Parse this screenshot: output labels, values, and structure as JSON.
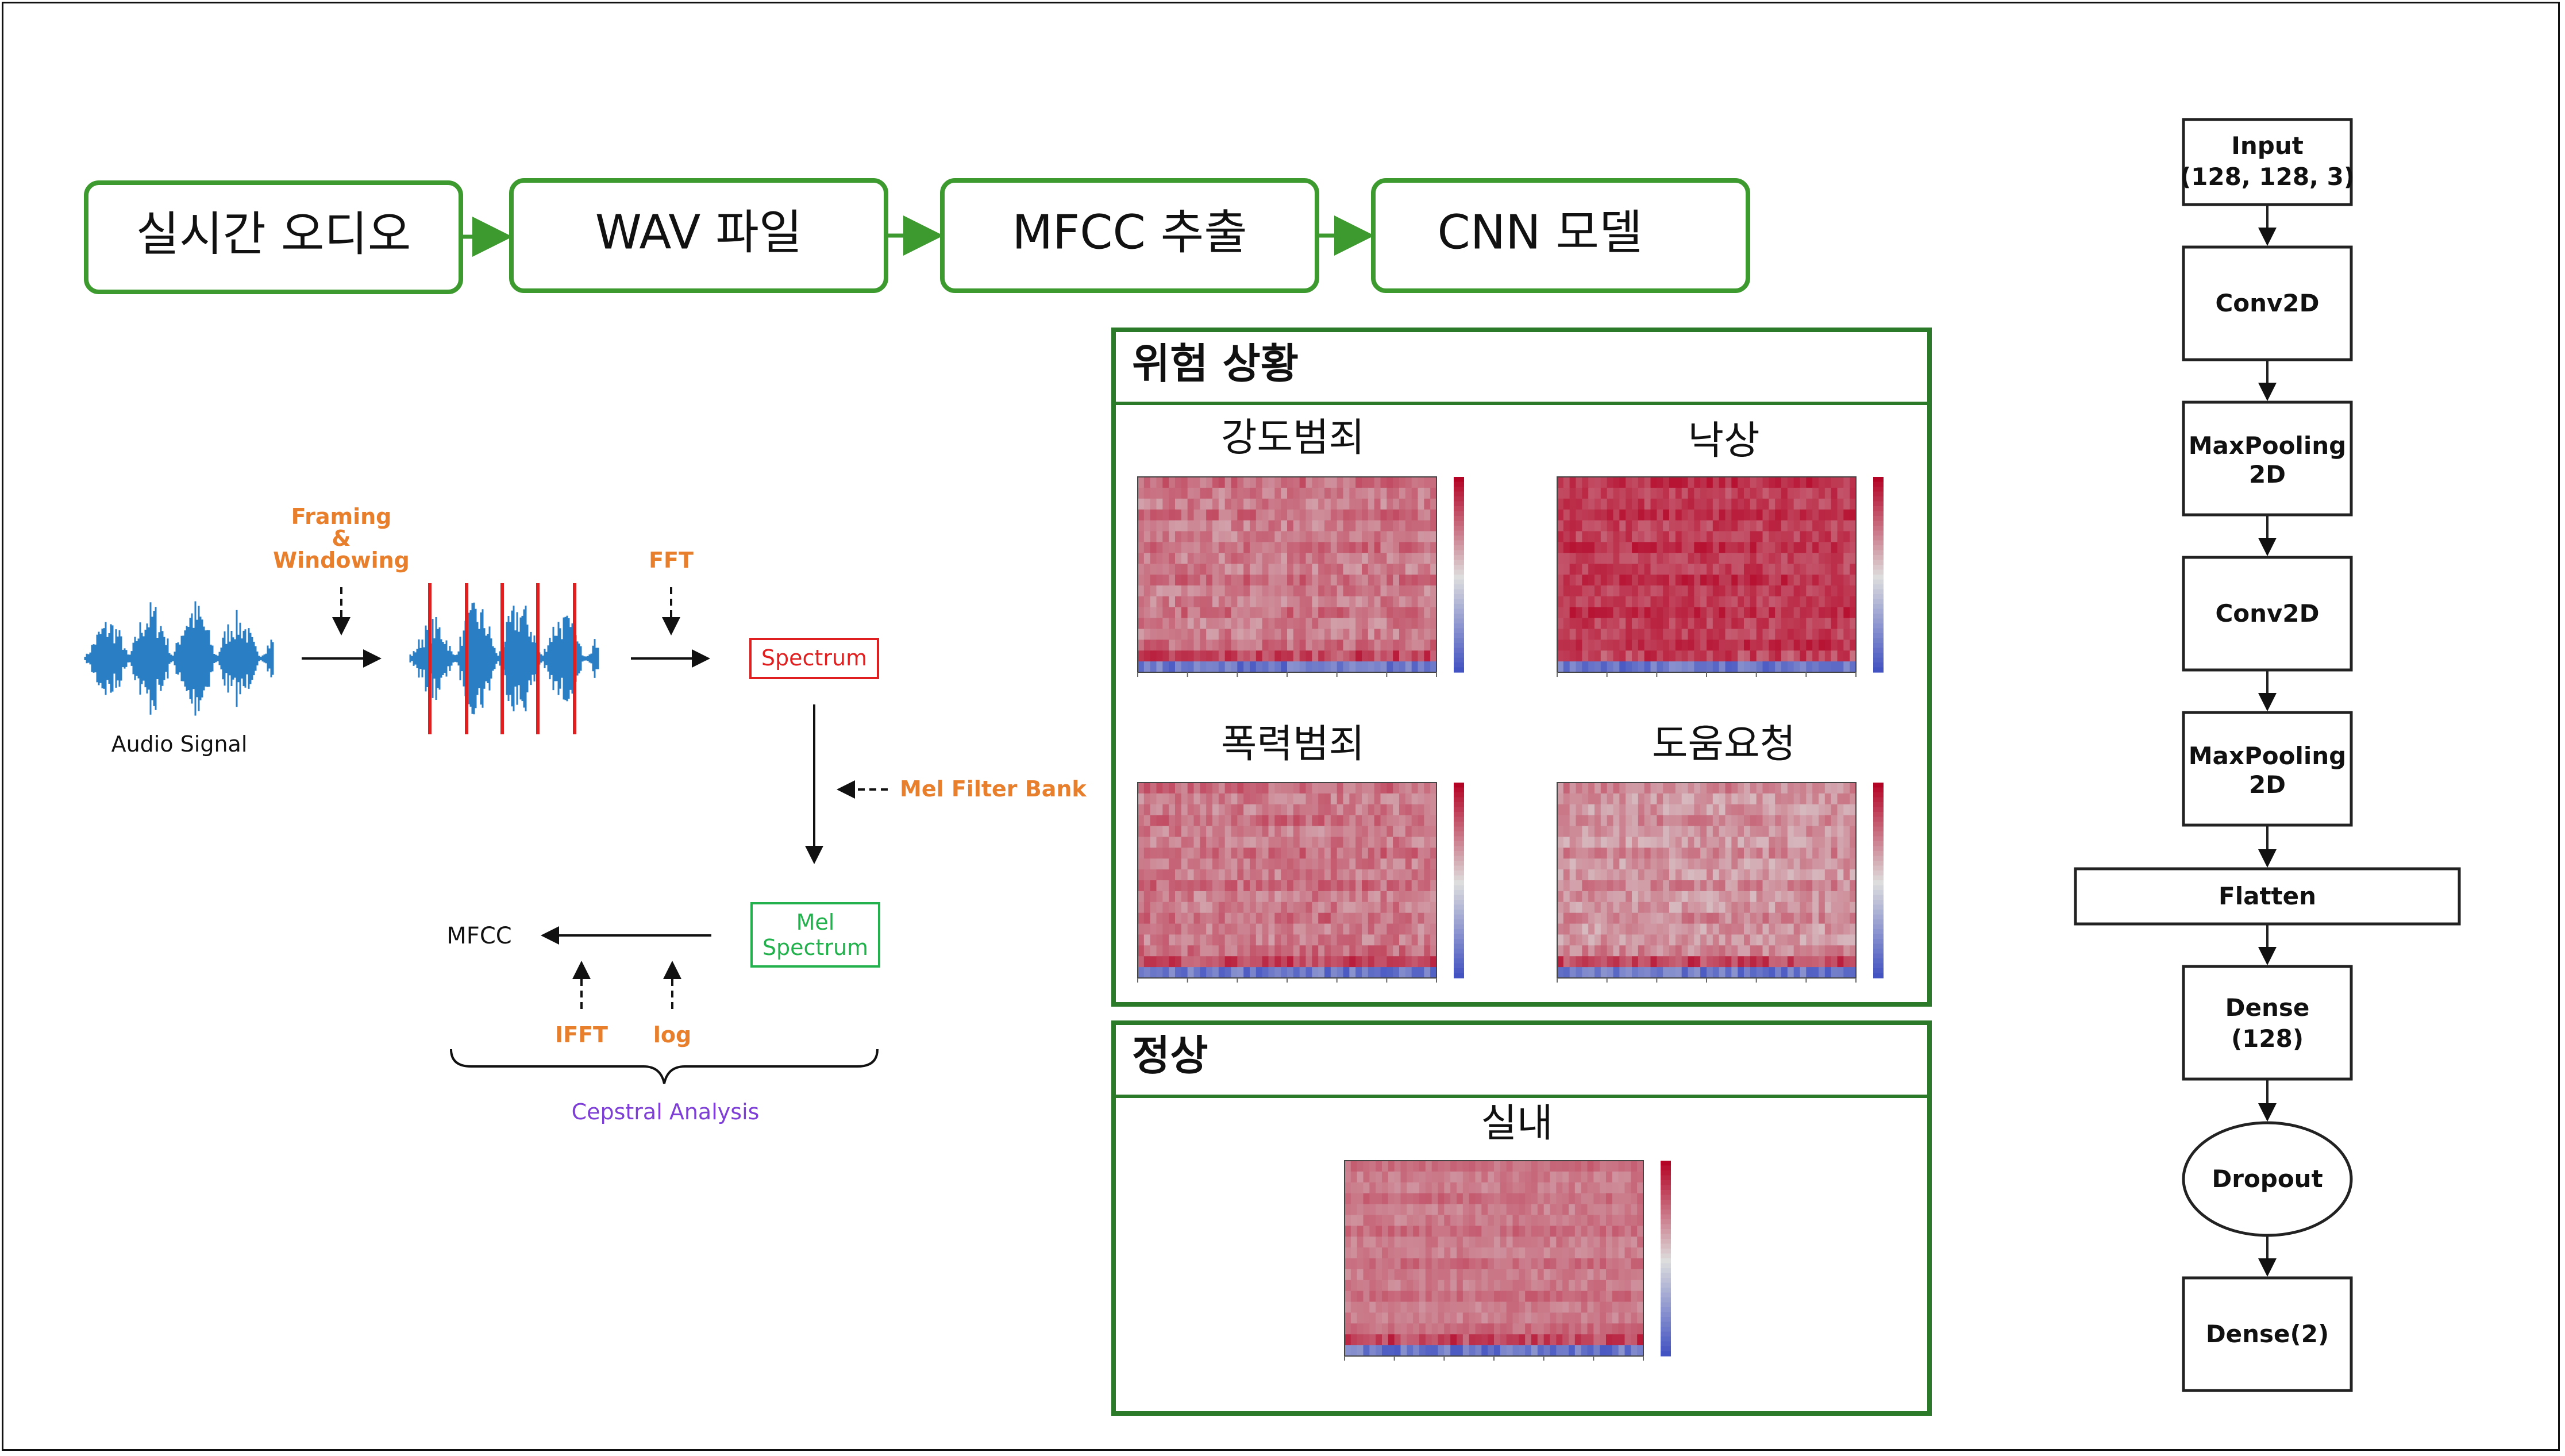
{
  "pipeline": {
    "steps": [
      "실시간 오디오",
      "WAV 파일",
      "MFCC 추출",
      "CNN 모델"
    ],
    "color": "#3d9a2e"
  },
  "mfcc_process": {
    "audio_signal": "Audio Signal",
    "framing_line1": "Framing",
    "framing_line2": "&",
    "framing_line3": "Windowing",
    "fft": "FFT",
    "spectrum": "Spectrum",
    "mel_filter_bank": "Mel Filter Bank",
    "mel_spectrum_line1": "Mel",
    "mel_spectrum_line2": "Spectrum",
    "mfcc": "MFCC",
    "ifft": "IFFT",
    "log": "log",
    "cepstral": "Cepstral Analysis",
    "colors": {
      "orange": "#e87f2c",
      "red": "#e02020",
      "green": "#22b14c",
      "purple": "#7d3fd6",
      "wave": "#2a7fc4"
    }
  },
  "danger_panel": {
    "title": "위험 상황",
    "heatmaps": [
      "강도범죄",
      "낙상",
      "폭력범죄",
      "도움요청"
    ]
  },
  "normal_panel": {
    "title": "정상",
    "heatmaps": [
      "실내"
    ]
  },
  "cnn": {
    "layers": [
      {
        "line1": "Input",
        "line2": "(128, 128, 3)"
      },
      {
        "line1": "Conv2D",
        "line2": ""
      },
      {
        "line1": "MaxPooling",
        "line2": "2D"
      },
      {
        "line1": "Conv2D",
        "line2": ""
      },
      {
        "line1": "MaxPooling",
        "line2": "2D"
      },
      {
        "line1": "Flatten",
        "line2": ""
      },
      {
        "line1": "Dense",
        "line2": "(128)"
      },
      {
        "line1": "Dropout",
        "line2": ""
      },
      {
        "line1": "Dense(2)",
        "line2": ""
      }
    ]
  }
}
